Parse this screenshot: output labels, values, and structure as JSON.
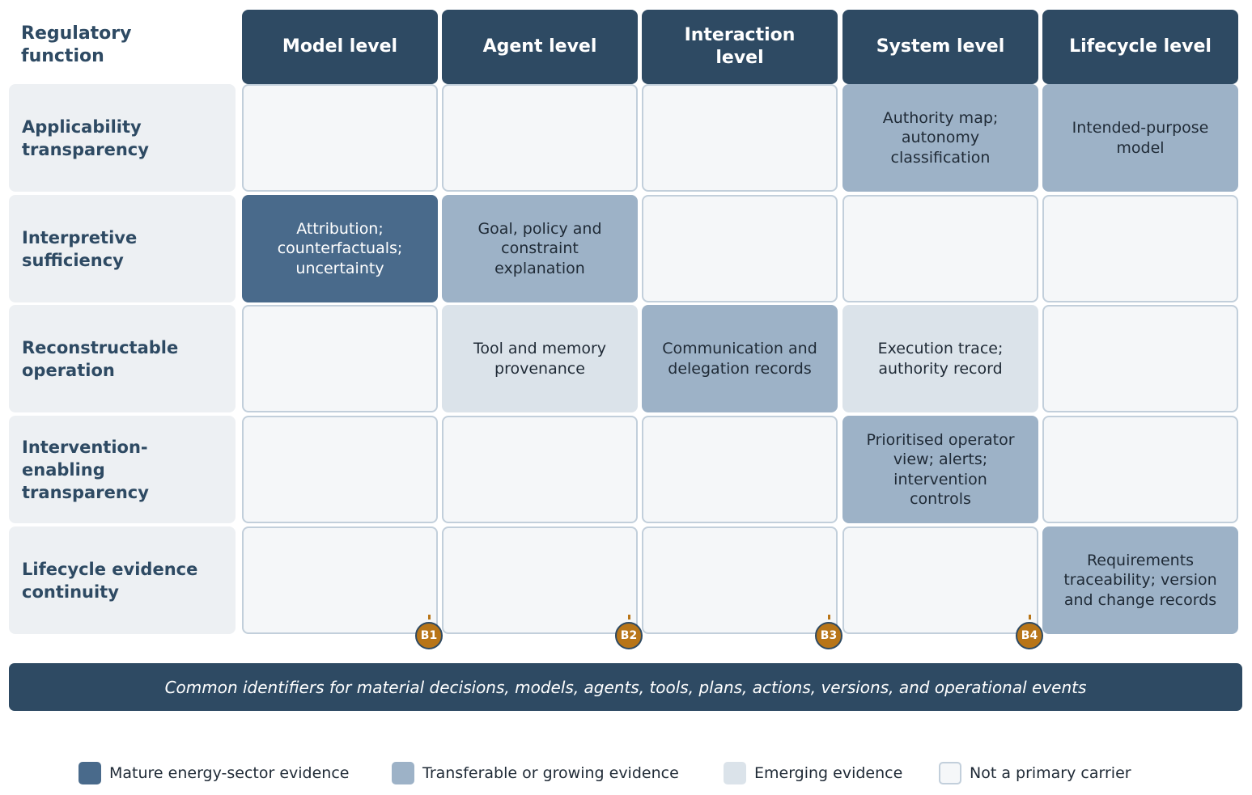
{
  "corner_label": "Regulatory\nfunction",
  "columns": [
    "Model level",
    "Agent level",
    "Interaction\nlevel",
    "System level",
    "Lifecycle level"
  ],
  "rows": [
    {
      "label": "Applicability\ntransparency",
      "cells": [
        {
          "level": "none",
          "text": ""
        },
        {
          "level": "none",
          "text": ""
        },
        {
          "level": "none",
          "text": ""
        },
        {
          "level": "transferable",
          "text": "Authority map;\nautonomy\nclassification"
        },
        {
          "level": "transferable",
          "text": "Intended-purpose\nmodel"
        }
      ]
    },
    {
      "label": "Interpretive\nsufficiency",
      "cells": [
        {
          "level": "mature",
          "text": "Attribution;\ncounterfactuals;\nuncertainty"
        },
        {
          "level": "transferable",
          "text": "Goal, policy and\nconstraint\nexplanation"
        },
        {
          "level": "none",
          "text": ""
        },
        {
          "level": "none",
          "text": ""
        },
        {
          "level": "none",
          "text": ""
        }
      ]
    },
    {
      "label": "Reconstructable\noperation",
      "cells": [
        {
          "level": "none",
          "text": ""
        },
        {
          "level": "emerging",
          "text": "Tool and memory\nprovenance"
        },
        {
          "level": "transferable",
          "text": "Communication and\ndelegation records"
        },
        {
          "level": "emerging",
          "text": "Execution trace;\nauthority record"
        },
        {
          "level": "none",
          "text": ""
        }
      ]
    },
    {
      "label": "Intervention-\nenabling\ntransparency",
      "cells": [
        {
          "level": "none",
          "text": ""
        },
        {
          "level": "none",
          "text": ""
        },
        {
          "level": "none",
          "text": ""
        },
        {
          "level": "transferable",
          "text": "Prioritised operator\nview; alerts;\nintervention\ncontrols"
        },
        {
          "level": "none",
          "text": ""
        }
      ]
    },
    {
      "label": "Lifecycle evidence\ncontinuity",
      "cells": [
        {
          "level": "none",
          "text": ""
        },
        {
          "level": "none",
          "text": ""
        },
        {
          "level": "none",
          "text": ""
        },
        {
          "level": "none",
          "text": ""
        },
        {
          "level": "transferable",
          "text": "Requirements\ntraceability; version\nand change records"
        }
      ]
    }
  ],
  "boundary_markers": [
    "B1",
    "B2",
    "B3",
    "B4"
  ],
  "footer": "Common identifiers for material decisions, models, agents, tools, plans, actions, versions, and operational events",
  "legend": [
    {
      "level": "mature",
      "label": "Mature energy-sector evidence"
    },
    {
      "level": "transferable",
      "label": "Transferable or growing evidence"
    },
    {
      "level": "emerging",
      "label": "Emerging evidence"
    },
    {
      "level": "none",
      "label": "Not a primary carrier"
    }
  ],
  "colors": {
    "header": "#2e4a63",
    "mature": "#496a8b",
    "transferable": "#9db2c7",
    "emerging": "#dbe3ea",
    "none": "#f5f7f9",
    "marker": "#b87518"
  }
}
